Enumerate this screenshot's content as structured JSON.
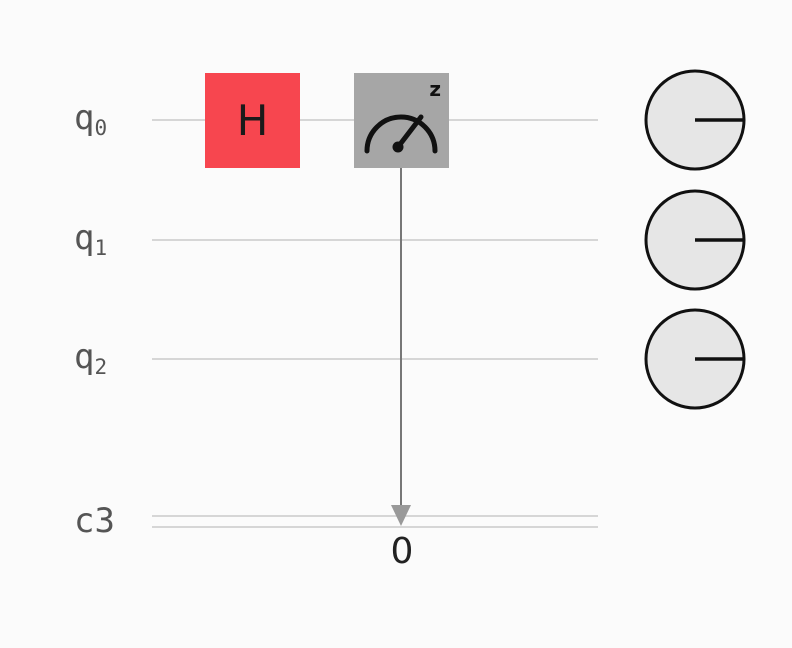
{
  "circuit": {
    "qubits": [
      {
        "name": "q",
        "index": "0"
      },
      {
        "name": "q",
        "index": "1"
      },
      {
        "name": "q",
        "index": "2"
      }
    ],
    "classical_register": {
      "label": "c3",
      "measured_value": "0"
    },
    "gates": [
      {
        "type": "H",
        "label": "H",
        "qubit": 0,
        "color": "#f7464f"
      },
      {
        "type": "measure",
        "basis": "z",
        "qubit": 0,
        "target": "c3",
        "color": "#a6a6a6"
      }
    ],
    "phase_disks": [
      {
        "qubit": 0,
        "phase_deg": 0
      },
      {
        "qubit": 1,
        "phase_deg": 0
      },
      {
        "qubit": 2,
        "phase_deg": 0
      }
    ]
  }
}
